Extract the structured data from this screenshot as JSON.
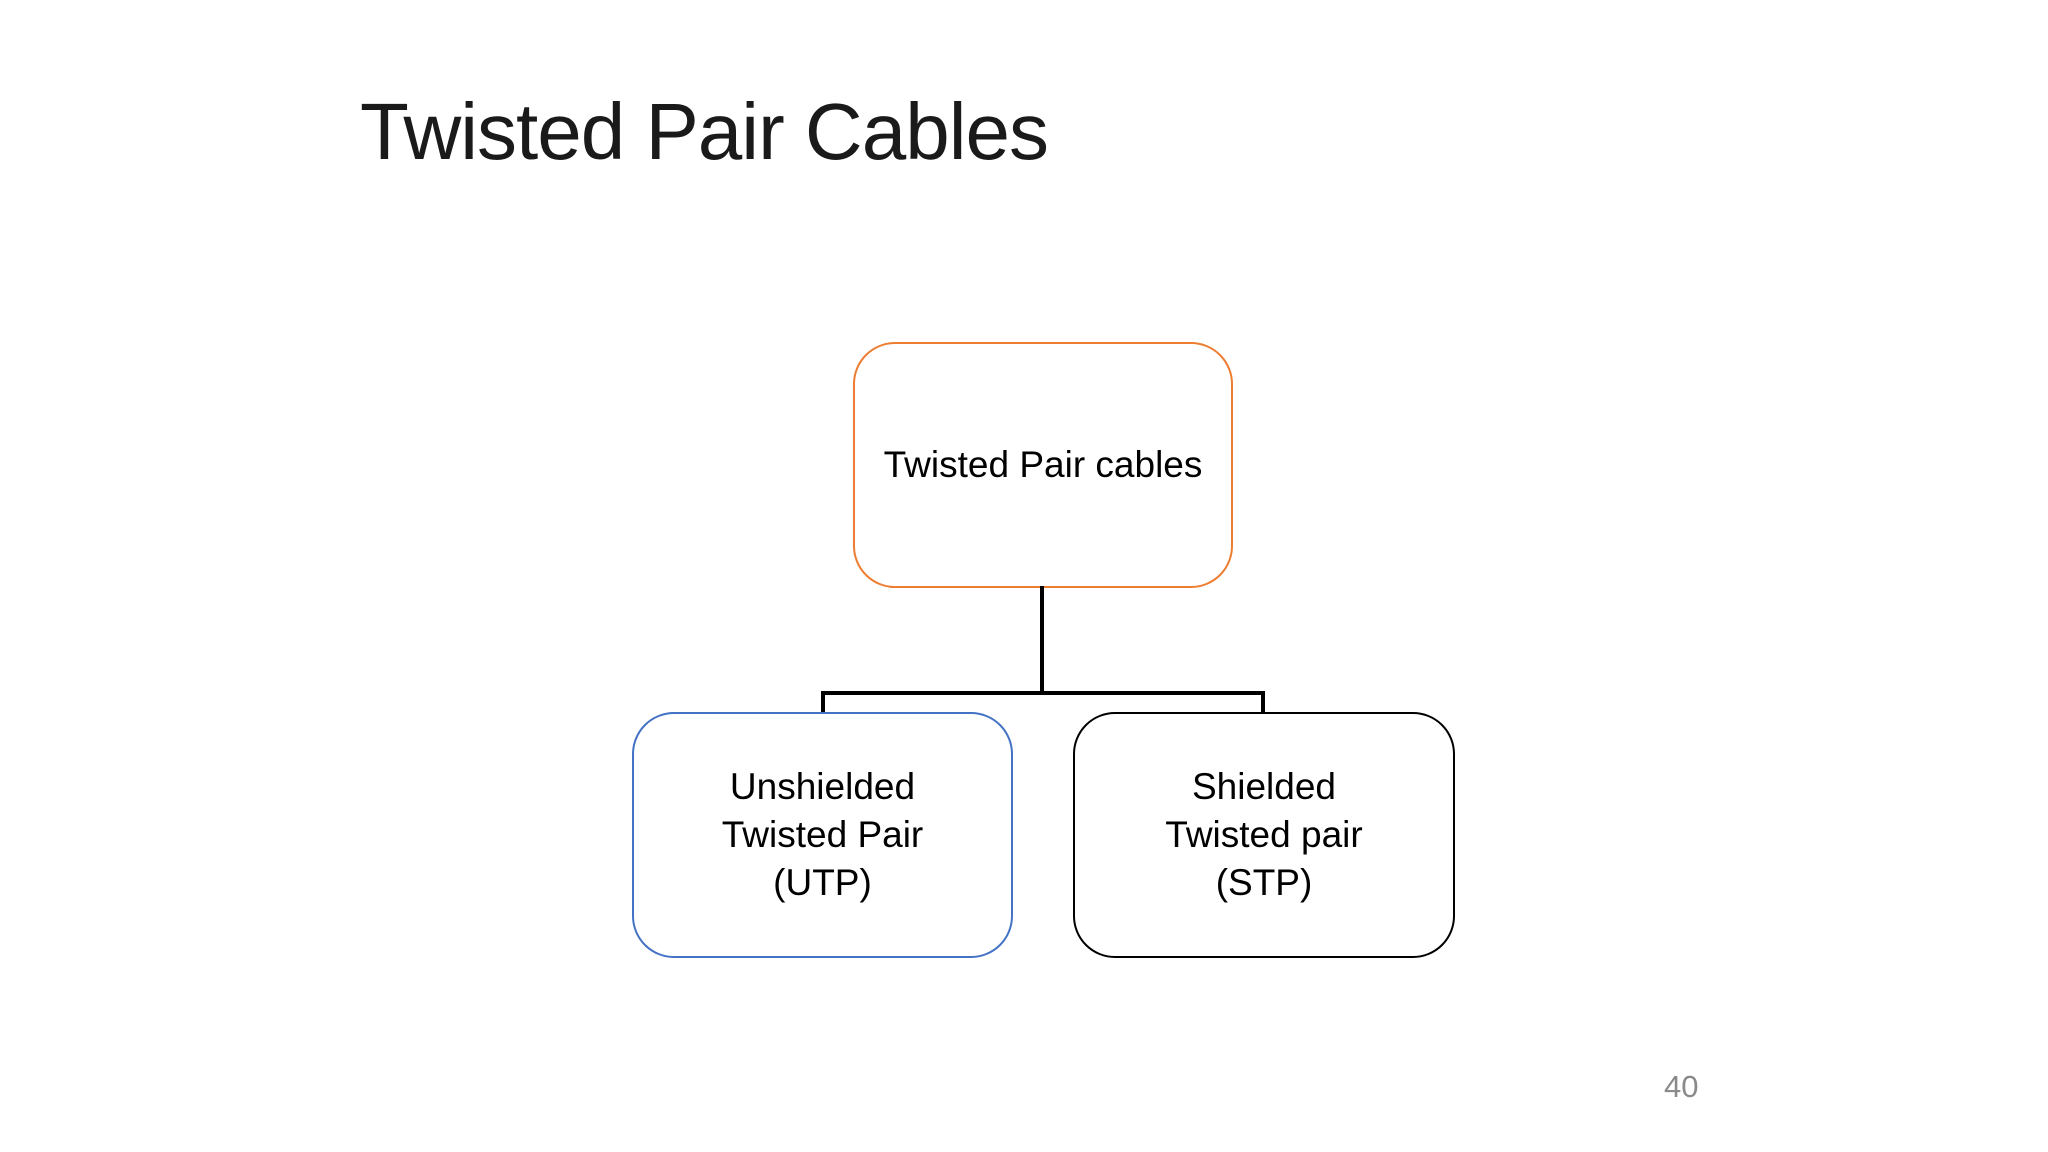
{
  "slide": {
    "title": "Twisted Pair Cables",
    "title_color": "#1A1A1A",
    "background_color": "#FFFFFF",
    "page_number": "40",
    "page_number_color": "#8A8A8A"
  },
  "diagram": {
    "type": "hierarchy",
    "connector_color": "#000000",
    "root": {
      "label": "Twisted Pair cables",
      "border_color": "#ED7D31",
      "fill_color": "#FFFFFF",
      "text_color": "#000000"
    },
    "children": [
      {
        "label": "Unshielded Twisted Pair (UTP)",
        "lines": [
          "Unshielded",
          "Twisted Pair",
          "(UTP)"
        ],
        "border_color": "#4472C4",
        "fill_color": "#FFFFFF",
        "text_color": "#000000"
      },
      {
        "label": "Shielded Twisted pair (STP)",
        "lines": [
          "Shielded",
          "Twisted pair",
          "(STP)"
        ],
        "border_color": "#000000",
        "fill_color": "#FFFFFF",
        "text_color": "#000000"
      }
    ]
  }
}
